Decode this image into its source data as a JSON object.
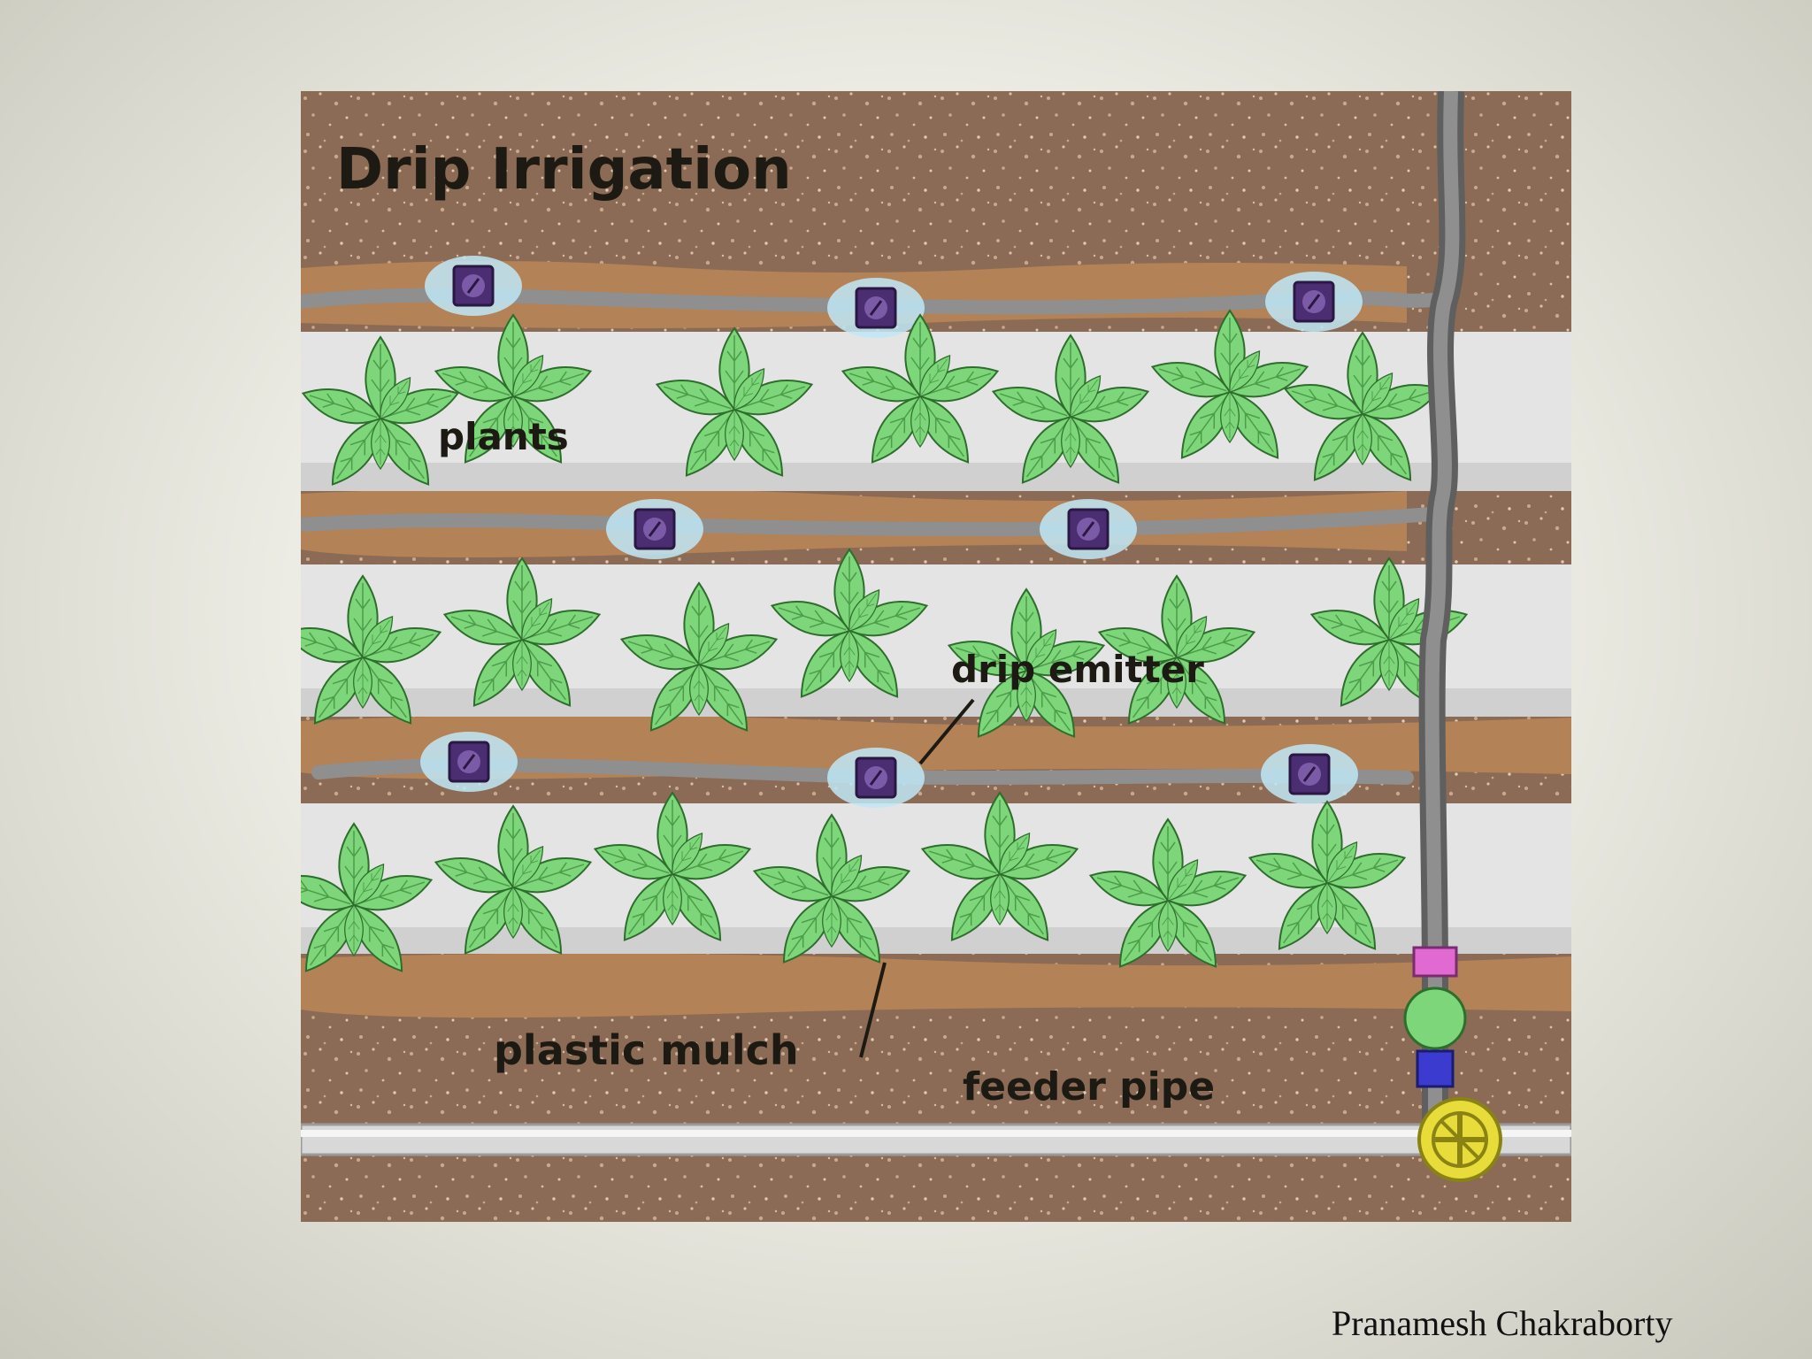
{
  "diagram": {
    "title": "Drip Irrigation",
    "labels": {
      "plants": "plants",
      "drip_emitter": "drip emitter",
      "plastic_mulch": "plastic mulch",
      "feeder_pipe": "feeder pipe"
    },
    "colors": {
      "soil": "#8b6b55",
      "soil_speckle": "#c9a88c",
      "ridge": "#b38256",
      "mulch": "#e4e4e4",
      "drip_line": "#8f8f8f",
      "leaf": "#7dd67a",
      "leaf_stroke": "#2e6e2c",
      "emitter": "#4b2d72",
      "water": "#bfe8f7",
      "valve": "#e8dc3a",
      "pipe": "#d8d8d8"
    }
  },
  "footer": {
    "author": "Pranamesh Chakraborty"
  }
}
